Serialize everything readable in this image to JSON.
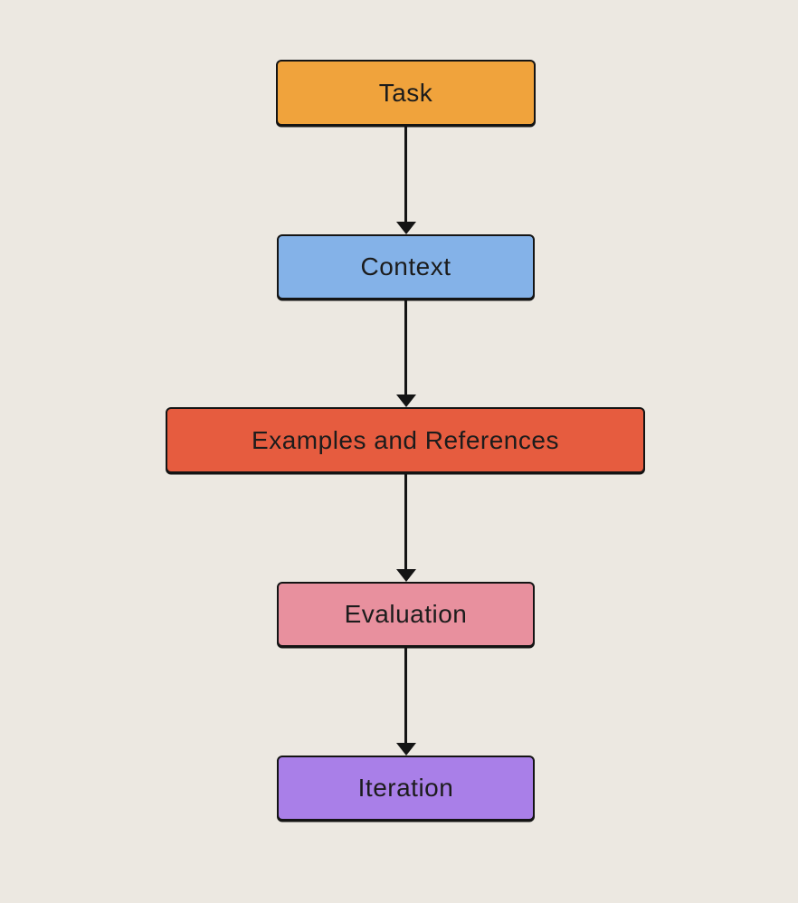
{
  "diagram": {
    "type": "flowchart",
    "direction": "top-down",
    "nodes": [
      {
        "id": "task",
        "label": "Task",
        "fill": "#F0A33C"
      },
      {
        "id": "context",
        "label": "Context",
        "fill": "#84B2E8"
      },
      {
        "id": "examples",
        "label": "Examples and References",
        "fill": "#E65C3F"
      },
      {
        "id": "evaluation",
        "label": "Evaluation",
        "fill": "#E8909E"
      },
      {
        "id": "iteration",
        "label": "Iteration",
        "fill": "#A97FE8"
      }
    ],
    "edges": [
      {
        "from": "task",
        "to": "context"
      },
      {
        "from": "context",
        "to": "examples"
      },
      {
        "from": "examples",
        "to": "evaluation"
      },
      {
        "from": "evaluation",
        "to": "iteration"
      }
    ],
    "colors": {
      "background": "#ECE8E1",
      "border": "#141414",
      "text": "#1C1C1C",
      "arrow": "#141414"
    }
  }
}
